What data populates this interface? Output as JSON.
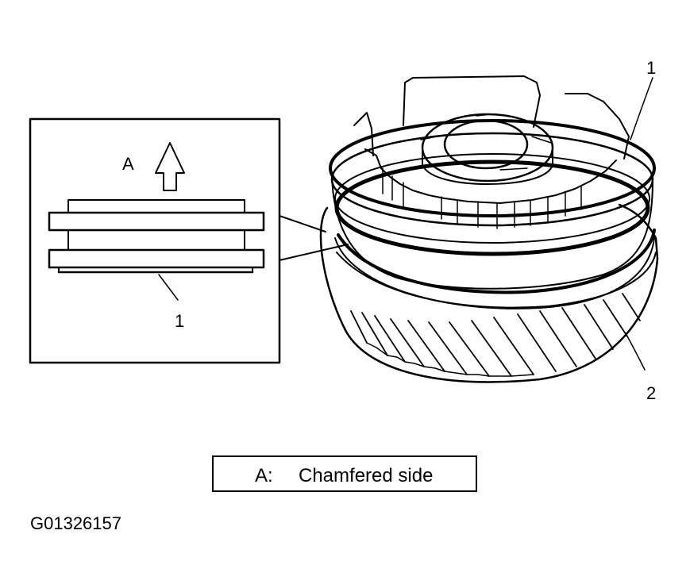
{
  "callouts": {
    "inset_arrow_label": "A",
    "inset_part": "1",
    "gear_ring": "1",
    "gear_body": "2"
  },
  "legend": {
    "key": "A:",
    "text": "Chamfered side"
  },
  "figure_id": "G01326157"
}
